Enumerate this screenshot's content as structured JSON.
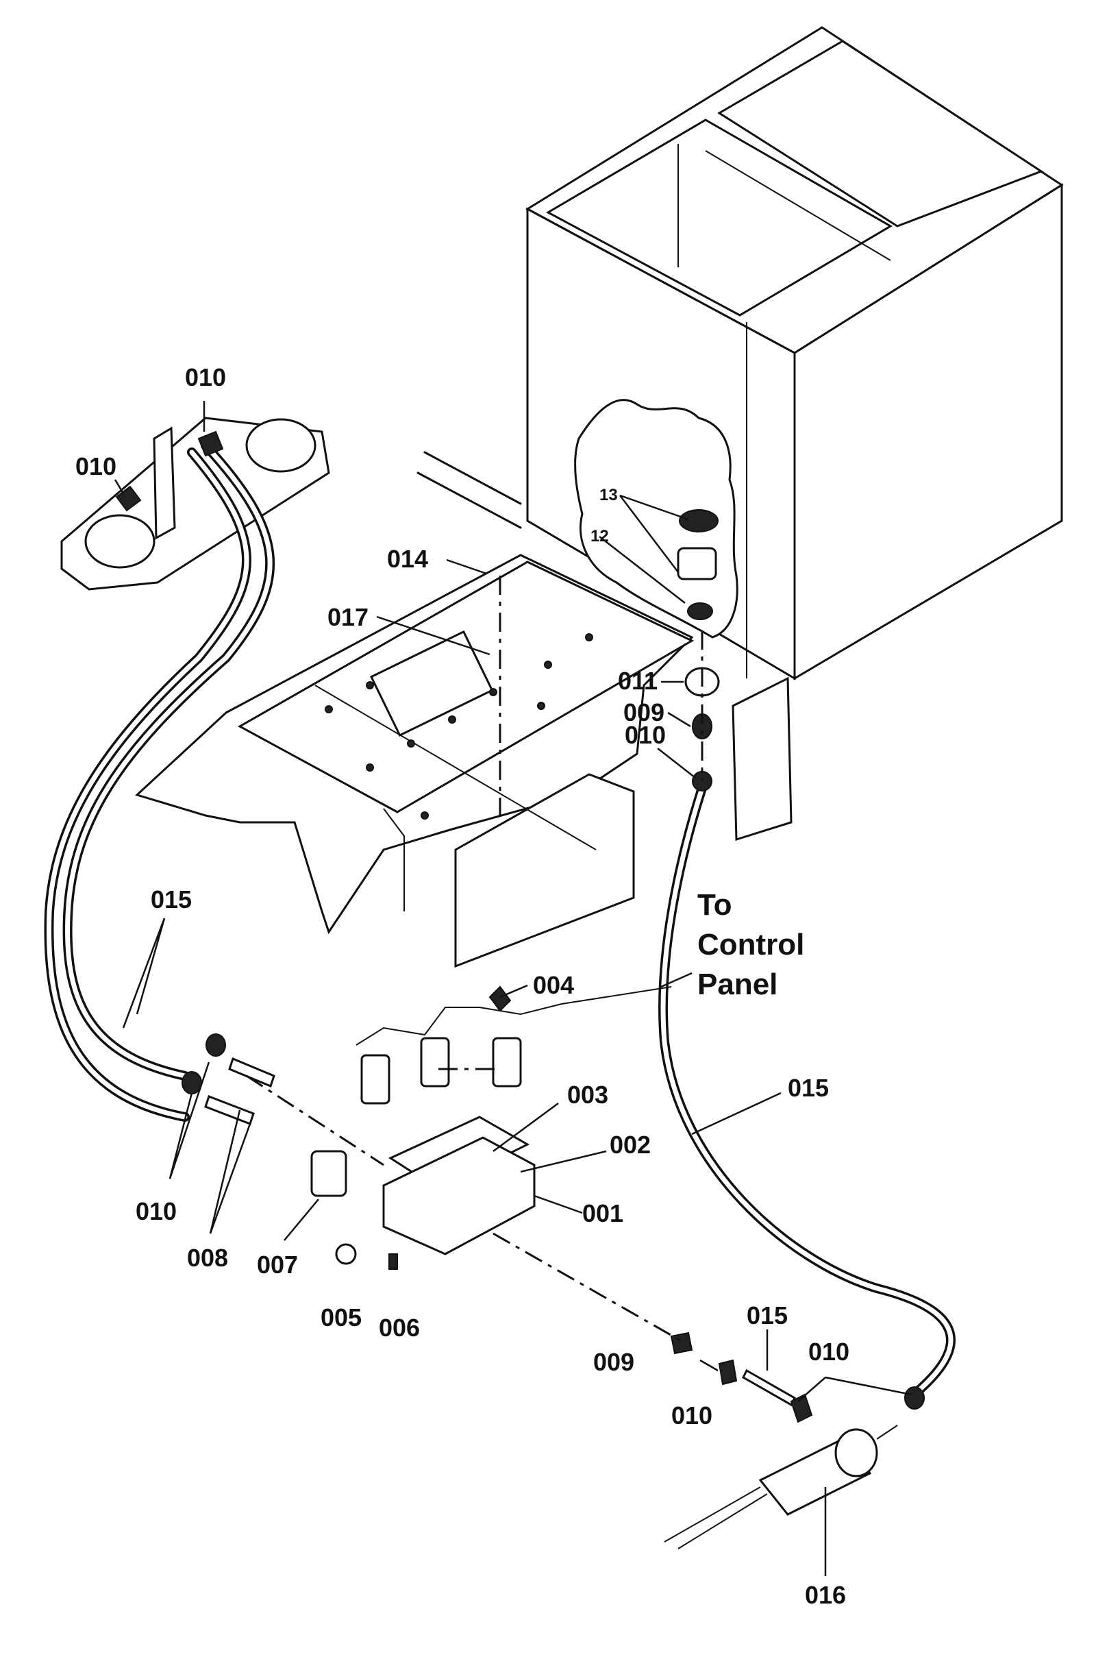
{
  "labels": {
    "l010_top": "010",
    "l010_left": "010",
    "l014": "014",
    "l017": "017",
    "l13": "13",
    "l12": "12",
    "l011": "011",
    "l009_mid": "009",
    "l010_mid": "010",
    "l015_left": "015",
    "l004": "004",
    "l003": "003",
    "l002": "002",
    "l001": "001",
    "l015_right": "015",
    "l010_low": "010",
    "l008": "008",
    "l007": "007",
    "l005": "005",
    "l006": "006",
    "l009_bot": "009",
    "l010_bot": "010",
    "l015_bot": "015",
    "l010_botright": "010",
    "l016": "016"
  },
  "note": {
    "line1": "To",
    "line2": "Control",
    "line3": "Panel"
  }
}
